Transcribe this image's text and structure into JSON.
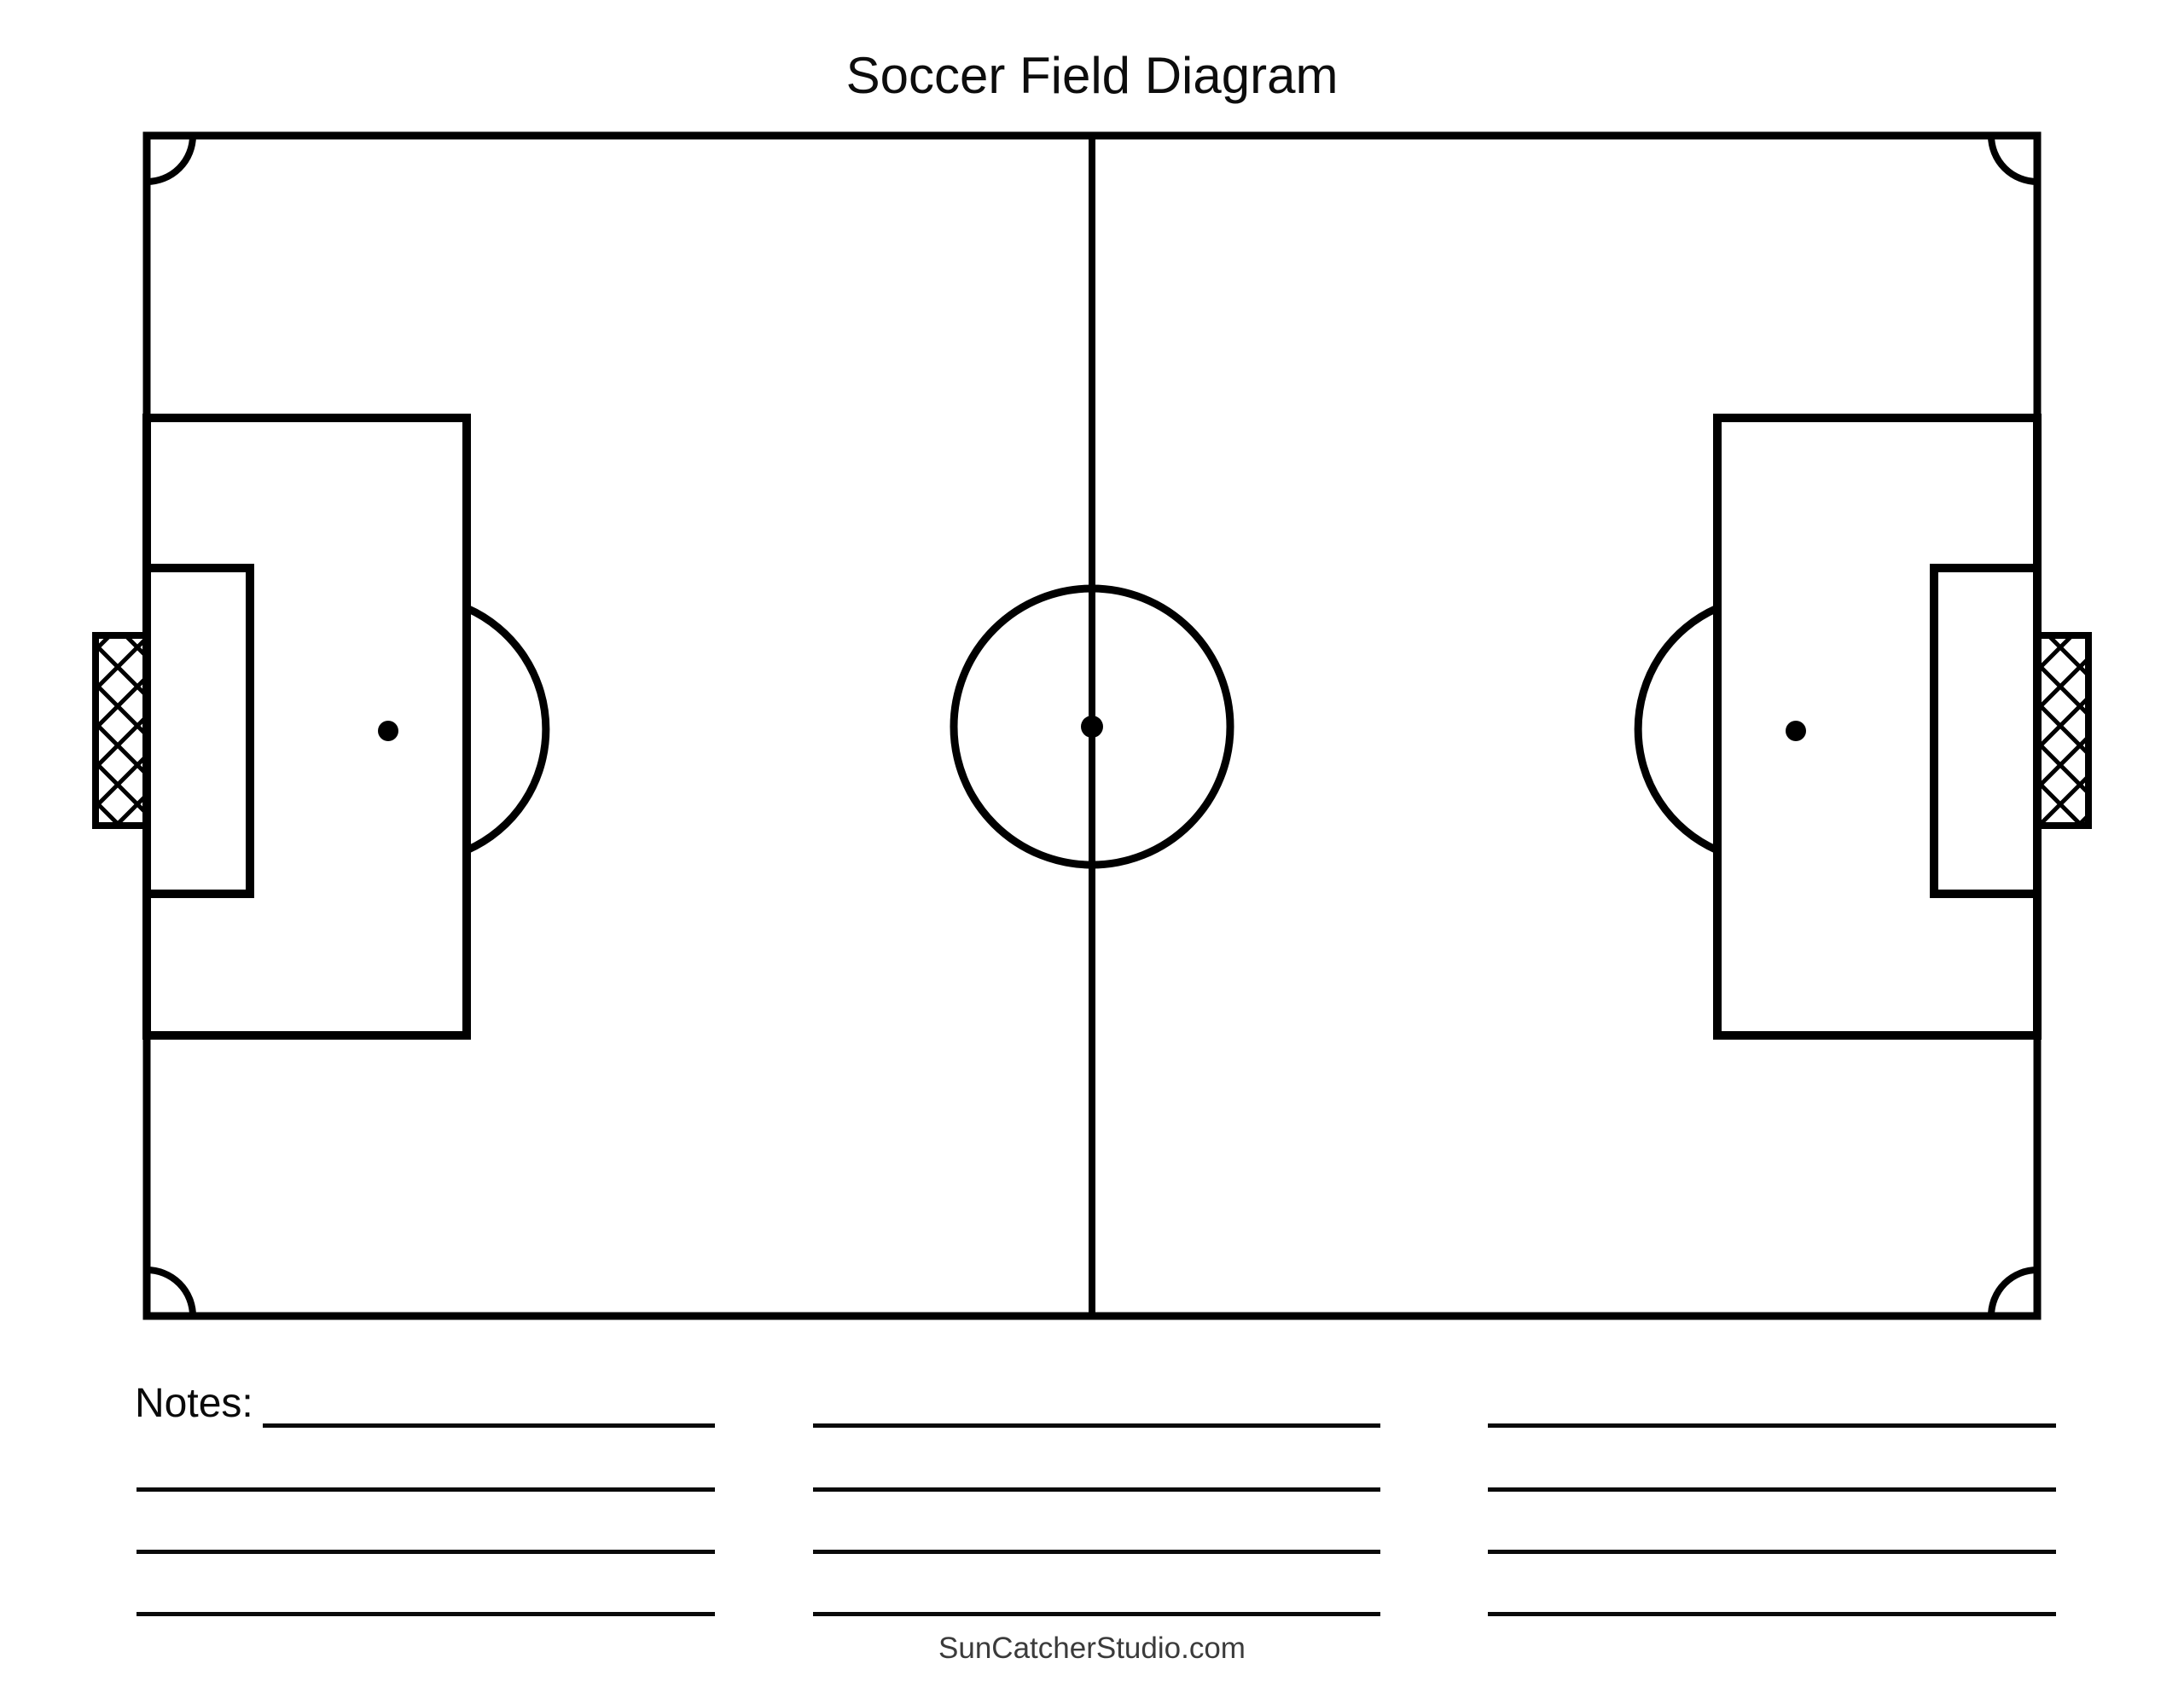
{
  "title": "Soccer Field Diagram",
  "diagram": {
    "name": "soccer-field",
    "background": "#ffffff",
    "line_color": "#000000",
    "features": [
      "field boundary",
      "halfway line",
      "center circle",
      "center spot",
      "left penalty area",
      "right penalty area",
      "left goal area",
      "right goal area",
      "left goal with crosshatch net",
      "right goal with crosshatch net",
      "left penalty spot",
      "right penalty spot",
      "left penalty arc",
      "right penalty arc",
      "corner arcs"
    ]
  },
  "notes": {
    "label": "Notes:",
    "columns": 3,
    "ruled_lines_per_column": 4
  },
  "footer": {
    "watermark": "SunCatcherStudio.com",
    "color": "#3b3b3b"
  }
}
